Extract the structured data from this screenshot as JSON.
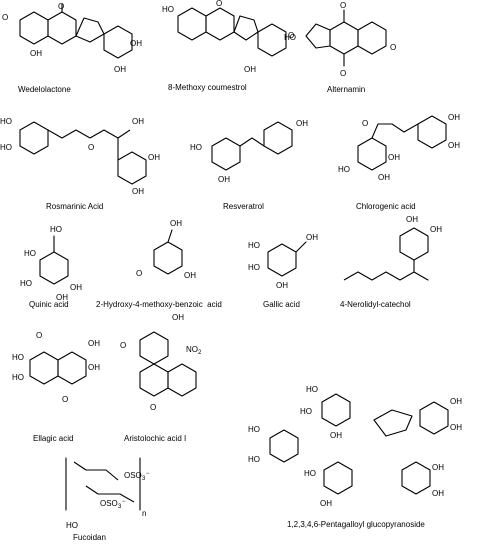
{
  "compounds": [
    {
      "name": "Wedelolactone"
    },
    {
      "name": "8-Methoxy coumestrol"
    },
    {
      "name": "Alternamin"
    },
    {
      "name": "Rosmarinic Acid"
    },
    {
      "name": "Resveratrol"
    },
    {
      "name": "Chlorogenic acid"
    },
    {
      "name": "Quinic acid"
    },
    {
      "name": "2-Hydroxy-4-methoxy-benzoic  acid"
    },
    {
      "name": "Gallic acid"
    },
    {
      "name": "4-Nerolidyl-catechol"
    },
    {
      "name": "Ellagic acid"
    },
    {
      "name": "Aristolochic acid I"
    },
    {
      "name": "Fucoidan"
    },
    {
      "name": "1,2,3,4,6-Pentagalloyl glucopyranoside"
    }
  ],
  "atoms": {
    "oh": "OH",
    "ho": "HO",
    "o": "O",
    "no2": "NO",
    "sub2": "2",
    "oso3": "OSO",
    "sub3": "3",
    "minus": "−",
    "n": "n"
  }
}
